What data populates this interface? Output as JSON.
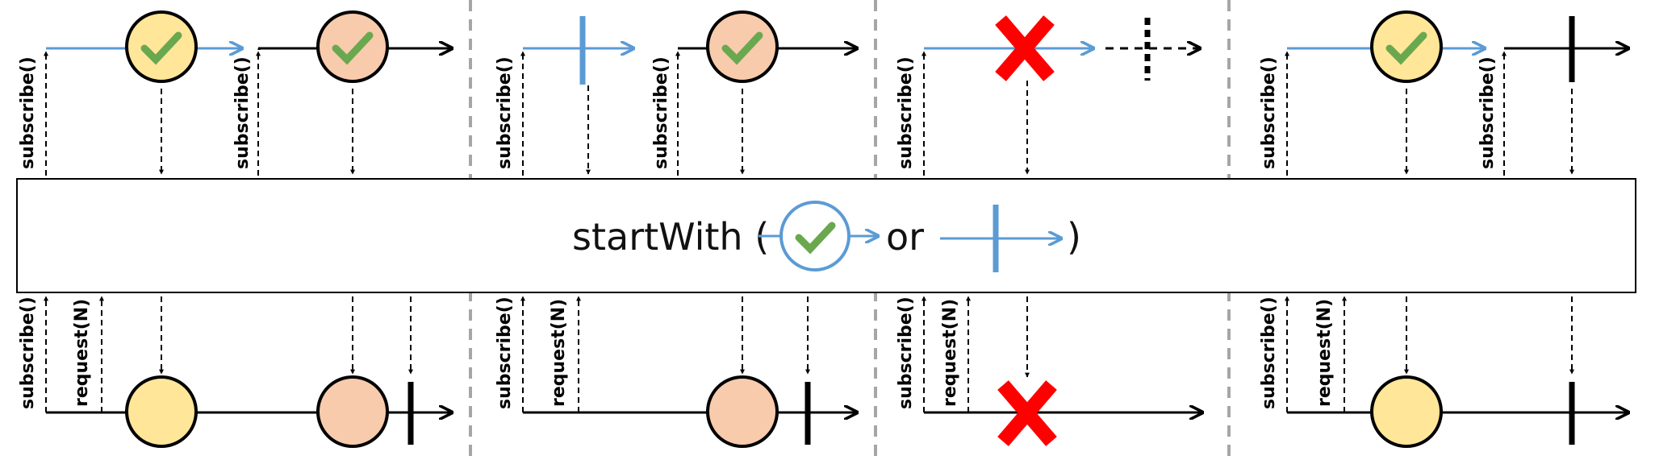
{
  "operator": {
    "title": "startWith (",
    "or_text": "or",
    "close_paren": ")"
  },
  "labels": {
    "subscribe": "subscribe()",
    "request": "request(N)"
  },
  "colors": {
    "value_yellow": "#FFE699",
    "value_salmon": "#F8CBAD",
    "check_green": "#6AA84F",
    "error_red": "#FF0000",
    "source_blue": "#5B9BD5",
    "handoff_red": "#C00000",
    "divider_gray": "#A6A6A6"
  },
  "icons": {
    "value": "check-icon",
    "complete": "completion-bar-icon",
    "error": "error-x-icon"
  },
  "scenarios": [
    {
      "start_with": "value",
      "source": "value then continue"
    },
    {
      "start_with": "empty completion",
      "source": "value then continue"
    },
    {
      "start_with": "error",
      "source": "not subscribed"
    },
    {
      "start_with": "value",
      "source": "empty completion"
    }
  ]
}
